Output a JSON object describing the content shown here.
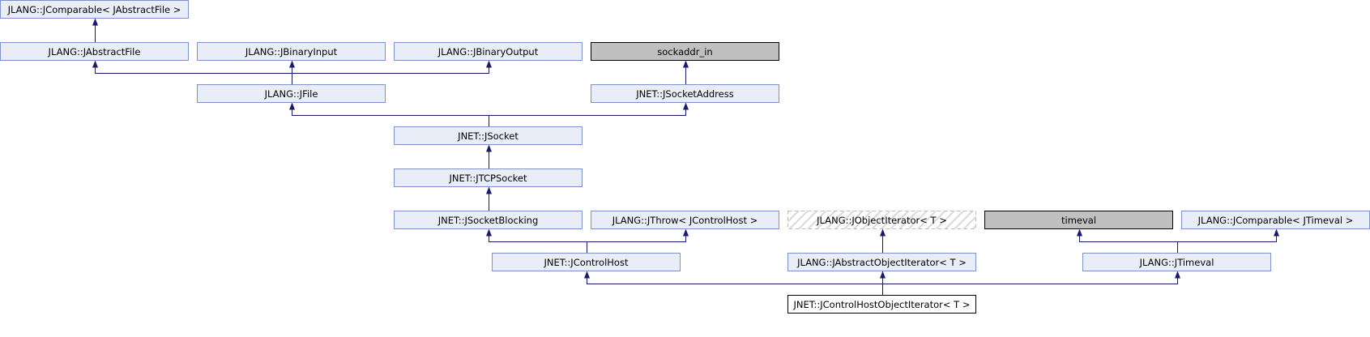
{
  "nodes": [
    {
      "id": "jcomparable_jabstractfile",
      "label": "JLANG::JComparable< JAbstractFile >",
      "style": "normal"
    },
    {
      "id": "jabstractfile",
      "label": "JLANG::JAbstractFile",
      "style": "normal"
    },
    {
      "id": "jbinaryinput",
      "label": "JLANG::JBinaryInput",
      "style": "normal"
    },
    {
      "id": "jbinaryoutput",
      "label": "JLANG::JBinaryOutput",
      "style": "normal"
    },
    {
      "id": "sockaddr_in",
      "label": "sockaddr_in",
      "style": "gray"
    },
    {
      "id": "jfile",
      "label": "JLANG::JFile",
      "style": "normal"
    },
    {
      "id": "jsocketaddress",
      "label": "JNET::JSocketAddress",
      "style": "normal"
    },
    {
      "id": "jsocket",
      "label": "JNET::JSocket",
      "style": "normal"
    },
    {
      "id": "jtcpsocket",
      "label": "JNET::JTCPSocket",
      "style": "normal"
    },
    {
      "id": "jsocketblocking",
      "label": "JNET::JSocketBlocking",
      "style": "normal"
    },
    {
      "id": "jthrow_jcontrolhost",
      "label": "JLANG::JThrow< JControlHost >",
      "style": "normal"
    },
    {
      "id": "jobjectiterator",
      "label": "JLANG::JObjectIterator< T >",
      "style": "template"
    },
    {
      "id": "timeval",
      "label": "timeval",
      "style": "gray"
    },
    {
      "id": "jcomparable_jtimeval",
      "label": "JLANG::JComparable< JTimeval >",
      "style": "normal"
    },
    {
      "id": "jcontrolhost",
      "label": "JNET::JControlHost",
      "style": "normal"
    },
    {
      "id": "jabstractobjectiterator",
      "label": "JLANG::JAbstractObjectIterator< T >",
      "style": "normal"
    },
    {
      "id": "jtimeval",
      "label": "JLANG::JTimeval",
      "style": "normal"
    },
    {
      "id": "jcontrolhostobjectiterator",
      "label": "JNET::JControlHostObjectIterator< T >",
      "style": "focus"
    }
  ],
  "edges": [
    {
      "from": "jabstractfile",
      "to": "jcomparable_jabstractfile"
    },
    {
      "from": "jfile",
      "to": "jabstractfile"
    },
    {
      "from": "jfile",
      "to": "jbinaryinput"
    },
    {
      "from": "jfile",
      "to": "jbinaryoutput"
    },
    {
      "from": "jsocketaddress",
      "to": "sockaddr_in"
    },
    {
      "from": "jsocket",
      "to": "jfile"
    },
    {
      "from": "jsocket",
      "to": "jsocketaddress"
    },
    {
      "from": "jtcpsocket",
      "to": "jsocket"
    },
    {
      "from": "jsocketblocking",
      "to": "jtcpsocket"
    },
    {
      "from": "jcontrolhost",
      "to": "jsocketblocking"
    },
    {
      "from": "jcontrolhost",
      "to": "jthrow_jcontrolhost"
    },
    {
      "from": "jabstractobjectiterator",
      "to": "jobjectiterator"
    },
    {
      "from": "jtimeval",
      "to": "timeval"
    },
    {
      "from": "jtimeval",
      "to": "jcomparable_jtimeval"
    },
    {
      "from": "jcontrolhostobjectiterator",
      "to": "jcontrolhost"
    },
    {
      "from": "jcontrolhostobjectiterator",
      "to": "jabstractobjectiterator"
    },
    {
      "from": "jcontrolhostobjectiterator",
      "to": "jtimeval"
    }
  ]
}
